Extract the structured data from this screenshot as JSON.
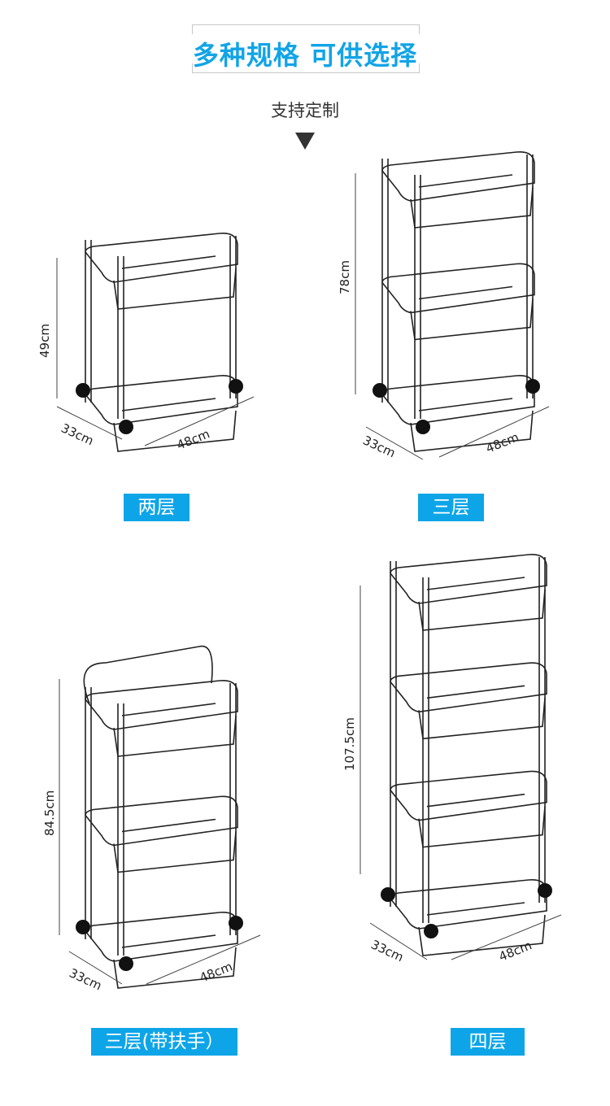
{
  "header": {
    "title": "多种规格 可供选择",
    "subtitle": "支持定制",
    "arrow_icon": "triangle-down-icon"
  },
  "accent_color": "#0ea5e8",
  "products": [
    {
      "label": "两层",
      "tiers": 2,
      "handle": false,
      "height": "49cm",
      "depth": "33cm",
      "width": "48cm"
    },
    {
      "label": "三层",
      "tiers": 3,
      "handle": false,
      "height": "78cm",
      "depth": "33cm",
      "width": "48cm"
    },
    {
      "label": "三层(带扶手）",
      "tiers": 3,
      "handle": true,
      "height": "84.5cm",
      "depth": "33cm",
      "width": "48cm"
    },
    {
      "label": "四层",
      "tiers": 4,
      "handle": false,
      "height": "107.5cm",
      "depth": "33cm",
      "width": "48cm"
    }
  ]
}
